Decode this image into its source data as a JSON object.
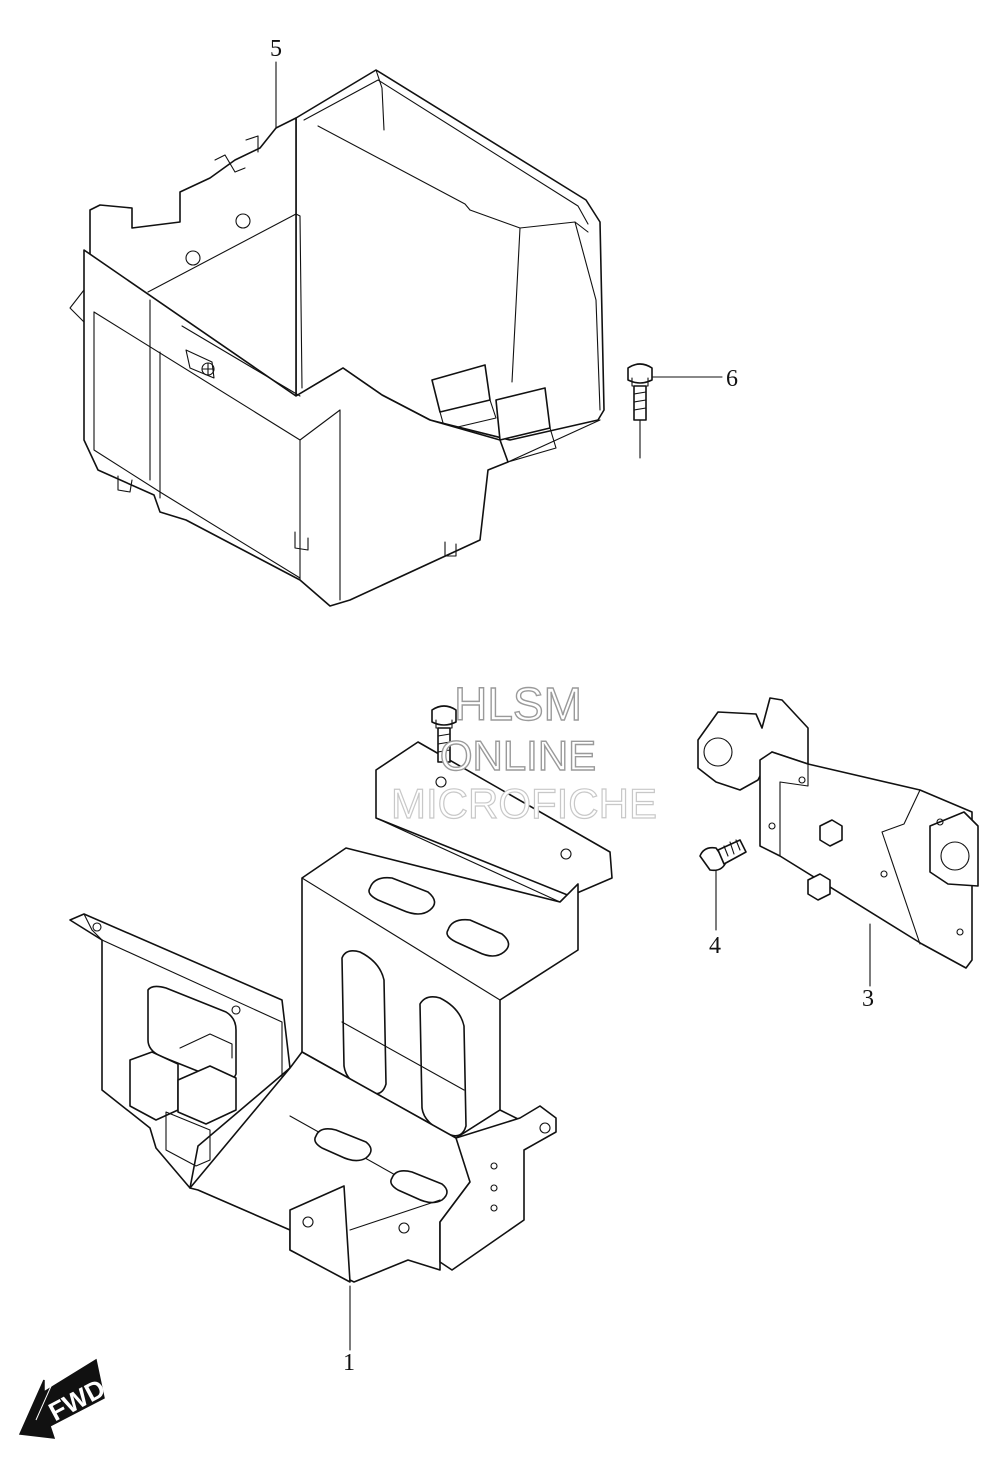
{
  "diagram": {
    "callouts": [
      {
        "id": "1",
        "label": "1"
      },
      {
        "id": "3",
        "label": "3"
      },
      {
        "id": "4",
        "label": "4"
      },
      {
        "id": "5",
        "label": "5"
      },
      {
        "id": "6",
        "label": "6"
      }
    ],
    "direction_badge": {
      "label": "FWD",
      "icon": "fwd-arrow-icon"
    }
  },
  "watermark": {
    "line1": "HLSM",
    "line2": "ONLINE",
    "line3": "MICROFICHE",
    "color": "#9a9a9a"
  }
}
